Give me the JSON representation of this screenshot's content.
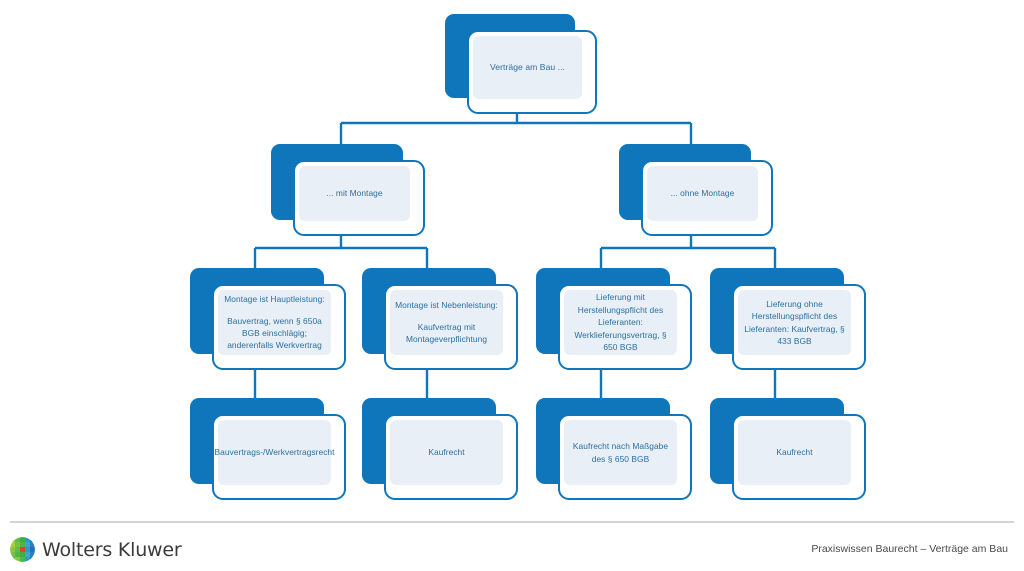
{
  "diagram": {
    "type": "org-tree",
    "accent_dark": "#1076bc",
    "accent_panel": "#e8eff7",
    "text_color": "#2b6f9e",
    "nodes": [
      {
        "id": "root",
        "level": 1,
        "lines": [
          "Verträge am Bau ..."
        ]
      },
      {
        "id": "mit-montage",
        "level": 2,
        "lines": [
          "... mit Montage"
        ]
      },
      {
        "id": "ohne-montage",
        "level": 2,
        "lines": [
          "... ohne Montage"
        ]
      },
      {
        "id": "montage-hauptleistung",
        "level": 3,
        "lines": [
          "Montage ist Hauptleistung:",
          "Bauvertrag, wenn § 650a BGB einschlägig; anderenfalls Werkvertrag"
        ]
      },
      {
        "id": "montage-nebenleistung",
        "level": 3,
        "lines": [
          "Montage ist Nebenleistung:",
          "Kaufvertrag mit Montageverpflichtung"
        ]
      },
      {
        "id": "lieferung-mit-herstellungspflicht",
        "level": 3,
        "lines": [
          "Lieferung mit Herstellungspflicht des Lieferanten: Werklieferungsvertrag, § 650 BGB"
        ]
      },
      {
        "id": "lieferung-ohne-herstellungspflicht",
        "level": 3,
        "lines": [
          "Lieferung ohne Herstellungspflicht des Lieferanten: Kaufvertrag, § 433 BGB"
        ]
      },
      {
        "id": "bauvertragsrecht",
        "level": 4,
        "lines": [
          "Bauvertrags-/Werkvertragsrecht"
        ]
      },
      {
        "id": "kaufrecht-1",
        "level": 4,
        "lines": [
          "Kaufrecht"
        ]
      },
      {
        "id": "kaufrecht-massgabe",
        "level": 4,
        "lines": [
          "Kaufrecht nach Maßgabe des § 650 BGB"
        ]
      },
      {
        "id": "kaufrecht-2",
        "level": 4,
        "lines": [
          "Kaufrecht"
        ]
      }
    ]
  },
  "footer": {
    "brand_name": "Wolters Kluwer",
    "brand_mark": "wolters-kluwer-logo",
    "note": "Praxiswissen Baurecht – Verträge am Bau",
    "rule_color": "#d4d4d4"
  }
}
